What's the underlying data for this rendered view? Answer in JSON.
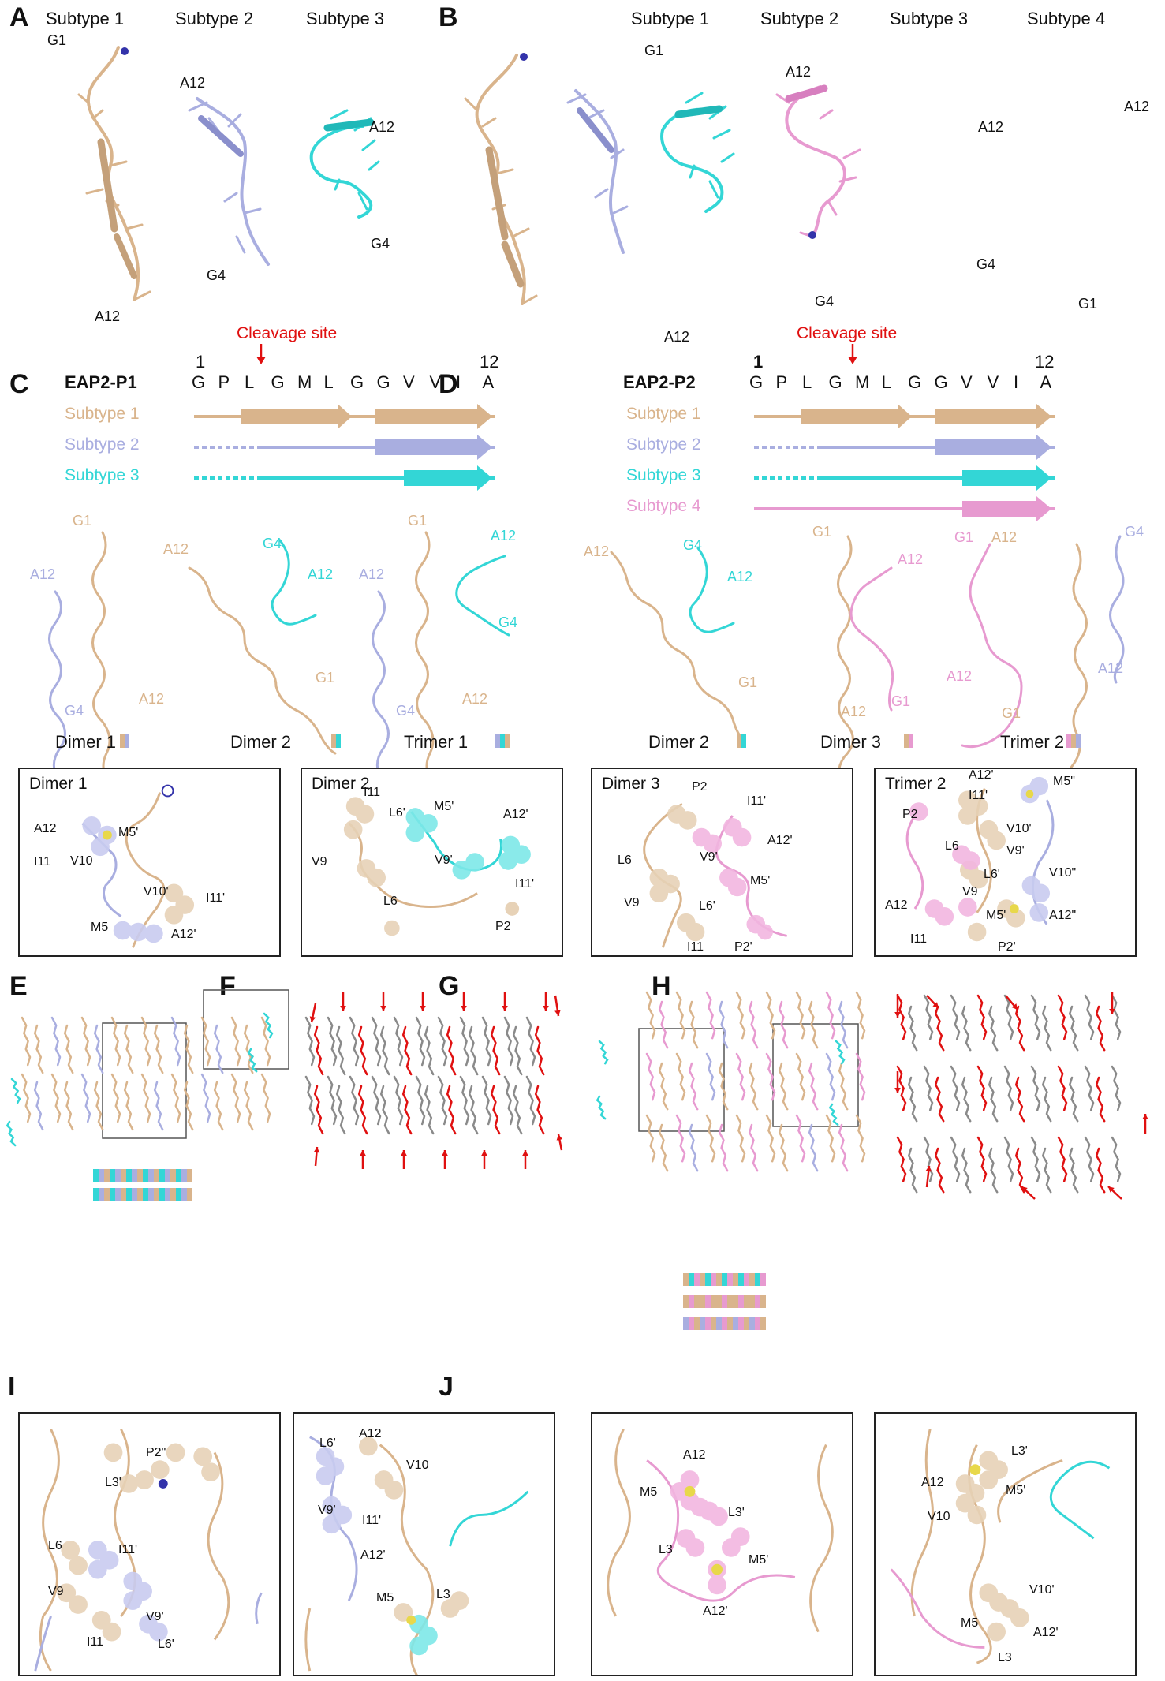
{
  "panelA": {
    "letter": "A",
    "subtypes": [
      "Subtype 1",
      "Subtype 2",
      "Subtype 3"
    ],
    "structure_labels": {
      "s1_top": "G1",
      "s1_bottom": "A12",
      "s2_top": "A12",
      "s2_bottom": "G4",
      "s3_right": "A12",
      "s3_bottom": "G4"
    },
    "cleavage_label": "Cleavage site",
    "peptide_name": "EAP2-P1",
    "sequence": [
      "G",
      "P",
      "L",
      "G",
      "M",
      "L",
      "G",
      "G",
      "V",
      "V",
      "I",
      "A"
    ],
    "index_start": "1",
    "index_end": "12",
    "legend": [
      "Subtype 1",
      "Subtype 2",
      "Subtype 3"
    ]
  },
  "panelB": {
    "letter": "B",
    "subtypes": [
      "Subtype 1",
      "Subtype 2",
      "Subtype 3",
      "Subtype 4"
    ],
    "structure_labels": {
      "s1_top": "G1",
      "s1_bottom": "A12",
      "s2_top": "A12",
      "s2_bottom": "G4",
      "s3_right": "A12",
      "s3_bottom": "G4",
      "s4_right": "A12",
      "s4_bottom": "G1"
    },
    "cleavage_label": "Cleavage site",
    "peptide_name": "EAP2-P2",
    "sequence": [
      "G",
      "P",
      "L",
      "G",
      "M",
      "L",
      "G",
      "G",
      "V",
      "V",
      "I",
      "A"
    ],
    "index_start": "1",
    "index_end": "12",
    "legend": [
      "Subtype 1",
      "Subtype 2",
      "Subtype 3",
      "Subtype 4"
    ]
  },
  "panelC": {
    "letter": "C",
    "chain_labels": {
      "d1_g1": "G1",
      "d1_a12_left": "A12",
      "d1_g4": "G4",
      "d1_a12_bottom": "A12",
      "d2_a12": "A12",
      "d2_g4": "G4",
      "d2_a12_cyan": "A12",
      "d2_g1": "G1",
      "t1_g1": "G1",
      "t1_a12_left": "A12",
      "t1_a12_cyan": "A12",
      "t1_g4_cyan": "G4",
      "t1_g4": "G4",
      "t1_a12_bottom": "A12"
    },
    "assembly_labels": [
      "Dimer 1",
      "Dimer 2",
      "Trimer 1"
    ]
  },
  "panelD": {
    "letter": "D",
    "chain_labels": {
      "d2_a12": "A12",
      "d2_g4": "G4",
      "d2_a12_cyan": "A12",
      "d2_g1": "G1",
      "d3_g1_top": "G1",
      "d3_a12_pink": "A12",
      "d3_a12_bottom": "A12",
      "d3_g1_pink": "G1",
      "t2_g1_pink": "G1",
      "t2_a12_tan": "A12",
      "t2_g4": "G4",
      "t2_a12_pink": "A12",
      "t2_a12_blue": "A12",
      "t2_g1_tan": "G1"
    },
    "assembly_labels": [
      "Dimer 2",
      "Dimer 3",
      "Trimer 2"
    ]
  },
  "zoom_boxes": {
    "dimer1": {
      "title": "Dimer 1",
      "labels": [
        "A12",
        "M5'",
        "I11",
        "V10",
        "V10'",
        "I11'",
        "M5",
        "A12'"
      ]
    },
    "dimer2": {
      "title": "Dimer 2",
      "labels": [
        "I11",
        "L6'",
        "M5'",
        "A12'",
        "V9",
        "V9'",
        "I11'",
        "L6",
        "P2"
      ]
    },
    "dimer3": {
      "title": "Dimer 3",
      "labels": [
        "P2",
        "I11'",
        "A12'",
        "V9'",
        "L6",
        "M5'",
        "L6'",
        "V9",
        "I11",
        "P2'"
      ]
    },
    "trimer2": {
      "title": "Trimer 2",
      "labels": [
        "A12'",
        "M5\"",
        "I11'",
        "P2",
        "V10'",
        "V9'",
        "L6",
        "L6'",
        "V10\"",
        "V9",
        "A12",
        "M5'",
        "A12\"",
        "I11",
        "P2'"
      ]
    }
  },
  "panelE": {
    "letter": "E"
  },
  "panelF": {
    "letter": "F"
  },
  "panelG": {
    "letter": "G"
  },
  "panelH": {
    "letter": "H"
  },
  "panelI": {
    "letter": "I",
    "left_labels": [
      "P2\"",
      "L3'",
      "L6",
      "I11'",
      "V9",
      "V9'",
      "I11",
      "L6'"
    ],
    "right_labels": [
      "L6'",
      "A12",
      "V10",
      "V9'",
      "I11'",
      "A12'",
      "M5",
      "L3"
    ]
  },
  "panelJ": {
    "letter": "J",
    "left_labels": [
      "A12",
      "M5",
      "L3'",
      "L3",
      "M5'",
      "A12'"
    ],
    "right_labels": [
      "L3'",
      "A12",
      "M5'",
      "V10",
      "V10'",
      "A12'",
      "M5",
      "L3"
    ]
  },
  "colors": {
    "tan": "#d9b48c",
    "blue": "#a9aee0",
    "cyan": "#33d6d6",
    "pink": "#e79ad0",
    "red": "#e01010",
    "grey": "#8a8a8a"
  }
}
